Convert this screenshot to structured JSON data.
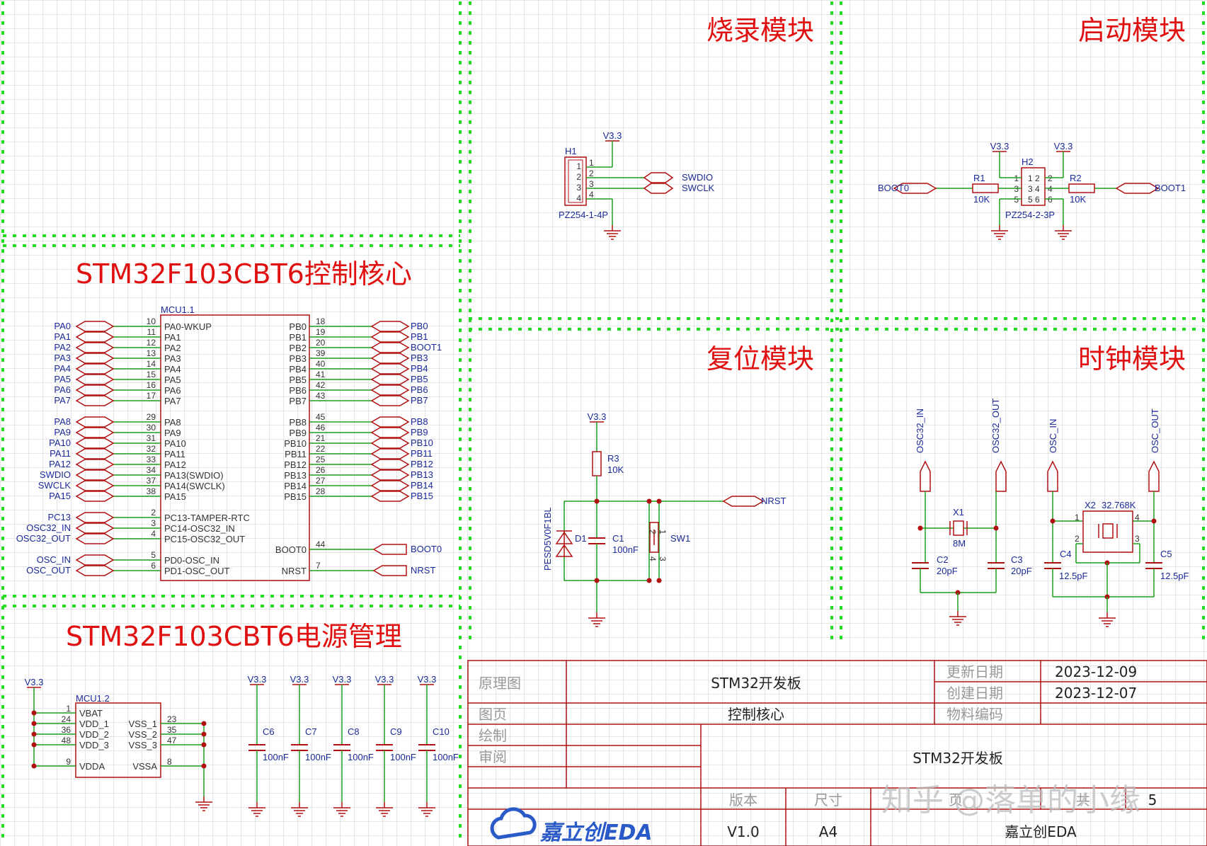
{
  "modules": {
    "burn": "烧录模块",
    "boot": "启动模块",
    "core": "STM32F103CBT6控制核心",
    "reset": "复位模块",
    "clock": "时钟模块",
    "power": "STM32F103CBT6电源管理"
  },
  "mcu1": {
    "designator": "MCU1.1",
    "left_pins": [
      {
        "net": "PA0",
        "num": "10",
        "name": "PA0-WKUP"
      },
      {
        "net": "PA1",
        "num": "11",
        "name": "PA1"
      },
      {
        "net": "PA2",
        "num": "12",
        "name": "PA2"
      },
      {
        "net": "PA3",
        "num": "13",
        "name": "PA3"
      },
      {
        "net": "PA4",
        "num": "14",
        "name": "PA4"
      },
      {
        "net": "PA5",
        "num": "15",
        "name": "PA5"
      },
      {
        "net": "PA6",
        "num": "16",
        "name": "PA6"
      },
      {
        "net": "PA7",
        "num": "17",
        "name": "PA7"
      },
      {
        "net": "PA8",
        "num": "29",
        "name": "PA8"
      },
      {
        "net": "PA9",
        "num": "30",
        "name": "PA9"
      },
      {
        "net": "PA10",
        "num": "31",
        "name": "PA10"
      },
      {
        "net": "PA11",
        "num": "32",
        "name": "PA11"
      },
      {
        "net": "PA12",
        "num": "33",
        "name": "PA12"
      },
      {
        "net": "SWDIO",
        "num": "34",
        "name": "PA13(SWDIO)"
      },
      {
        "net": "SWCLK",
        "num": "37",
        "name": "PA14(SWCLK)"
      },
      {
        "net": "PA15",
        "num": "38",
        "name": "PA15"
      },
      {
        "net": "PC13",
        "num": "2",
        "name": "PC13-TAMPER-RTC"
      },
      {
        "net": "OSC32_IN",
        "num": "3",
        "name": "PC14-OSC32_IN"
      },
      {
        "net": "OSC32_OUT",
        "num": "4",
        "name": "PC15-OSC32_OUT"
      },
      {
        "net": "OSC_IN",
        "num": "5",
        "name": "PD0-OSC_IN"
      },
      {
        "net": "OSC_OUT",
        "num": "6",
        "name": "PD1-OSC_OUT"
      }
    ],
    "right_pins": [
      {
        "net": "PB0",
        "num": "18",
        "name": "PB0"
      },
      {
        "net": "PB1",
        "num": "19",
        "name": "PB1"
      },
      {
        "net": "BOOT1",
        "num": "20",
        "name": "PB2"
      },
      {
        "net": "PB3",
        "num": "39",
        "name": "PB3"
      },
      {
        "net": "PB4",
        "num": "40",
        "name": "PB4"
      },
      {
        "net": "PB5",
        "num": "41",
        "name": "PB5"
      },
      {
        "net": "PB6",
        "num": "42",
        "name": "PB6"
      },
      {
        "net": "PB7",
        "num": "43",
        "name": "PB7"
      },
      {
        "net": "PB8",
        "num": "45",
        "name": "PB8"
      },
      {
        "net": "PB9",
        "num": "46",
        "name": "PB9"
      },
      {
        "net": "PB10",
        "num": "21",
        "name": "PB10"
      },
      {
        "net": "PB11",
        "num": "22",
        "name": "PB11"
      },
      {
        "net": "PB12",
        "num": "25",
        "name": "PB12"
      },
      {
        "net": "PB13",
        "num": "26",
        "name": "PB13"
      },
      {
        "net": "PB14",
        "num": "27",
        "name": "PB14"
      },
      {
        "net": "PB15",
        "num": "28",
        "name": "PB15"
      },
      {
        "net": "BOOT0",
        "num": "44",
        "name": "BOOT0"
      },
      {
        "net": "NRST",
        "num": "7",
        "name": "NRST"
      }
    ]
  },
  "mcu2": {
    "designator": "MCU1.2",
    "net": "V3.3",
    "left_pins": [
      {
        "num": "1",
        "name": "VBAT"
      },
      {
        "num": "24",
        "name": "VDD_1"
      },
      {
        "num": "36",
        "name": "VDD_2"
      },
      {
        "num": "48",
        "name": "VDD_3"
      },
      {
        "num": "9",
        "name": "VDDA"
      }
    ],
    "right_pins": [
      {
        "num": "23",
        "name": "VSS_1"
      },
      {
        "num": "35",
        "name": "VSS_2"
      },
      {
        "num": "47",
        "name": "VSS_3"
      },
      {
        "num": "8",
        "name": "VSSA"
      }
    ]
  },
  "decoupling": [
    {
      "des": "C6",
      "val": "100nF",
      "net": "V3.3"
    },
    {
      "des": "C7",
      "val": "100nF",
      "net": "V3.3"
    },
    {
      "des": "C8",
      "val": "100nF",
      "net": "V3.3"
    },
    {
      "des": "C9",
      "val": "100nF",
      "net": "V3.3"
    },
    {
      "des": "C10",
      "val": "100nF",
      "net": "V3.3"
    }
  ],
  "burn": {
    "header": "H1",
    "footprint": "PZ254-1-4P",
    "vcc": "V3.3",
    "pins": [
      "1",
      "2",
      "3",
      "4"
    ],
    "pin_nums": [
      "1",
      "2",
      "3",
      "4"
    ],
    "swdio": "SWDIO",
    "swclk": "SWCLK"
  },
  "boot": {
    "header": "H2",
    "footprint": "PZ254-2-3P",
    "vcc1": "V3.3",
    "vcc2": "V3.3",
    "r1": "R1",
    "r1v": "10K",
    "r2": "R2",
    "r2v": "10K",
    "boot0": "BOOT0",
    "boot1": "BOOT1",
    "pins_left": [
      "1",
      "3",
      "5"
    ],
    "pins_right": [
      "2",
      "4",
      "6"
    ],
    "nums_left": [
      "1",
      "3",
      "5"
    ],
    "nums_right": [
      "2",
      "4",
      "6"
    ]
  },
  "reset": {
    "vcc": "V3.3",
    "r3": "R3",
    "r3v": "10K",
    "d1": "D1",
    "d1part": "PESD5V0F1BL",
    "c1": "C1",
    "c1v": "100nF",
    "sw1": "SW1",
    "sw_pins": [
      "2",
      "1",
      "4",
      "3"
    ],
    "nrst": "NRST"
  },
  "clock": {
    "osc32_in": "OSC32_IN",
    "osc32_out": "OSC32_OUT",
    "osc_in": "OSC_IN",
    "osc_out": "OSC_OUT",
    "x1": "X1",
    "x1v": "8M",
    "x2": "X2",
    "x2v": "32.768K",
    "x2_pins": [
      "1",
      "2",
      "3",
      "4"
    ],
    "c2": "C2",
    "c2v": "20pF",
    "c3": "C3",
    "c3v": "20pF",
    "c4": "C4",
    "c4v": "12.5pF",
    "c5": "C5",
    "c5v": "12.5pF"
  },
  "titleblock": {
    "type_label": "原理图",
    "project": "STM32开发板",
    "update_label": "更新日期",
    "update_value": "2023-12-09",
    "create_label": "创建日期",
    "create_value": "2023-12-07",
    "page_label": "图页",
    "page_value": "控制核心",
    "material_label": "物料编码",
    "draw_label": "绘制",
    "review_label": "审阅",
    "board": "STM32开发板",
    "version_label": "版本",
    "size_label": "尺寸",
    "pagenum_label": "页",
    "total_label": "共",
    "total_value": "5",
    "version_value": "V1.0",
    "size_value": "A4",
    "company": "嘉立创EDA",
    "logo_text": "嘉立创EDA"
  },
  "watermark": "知乎 @落单的小缘",
  "colors": {
    "wire": "#1aa01a",
    "component": "#b01010",
    "label": "#1a2a9a",
    "title": "#e01010",
    "frame": "#22dd22",
    "titleblock": "#b01010"
  }
}
